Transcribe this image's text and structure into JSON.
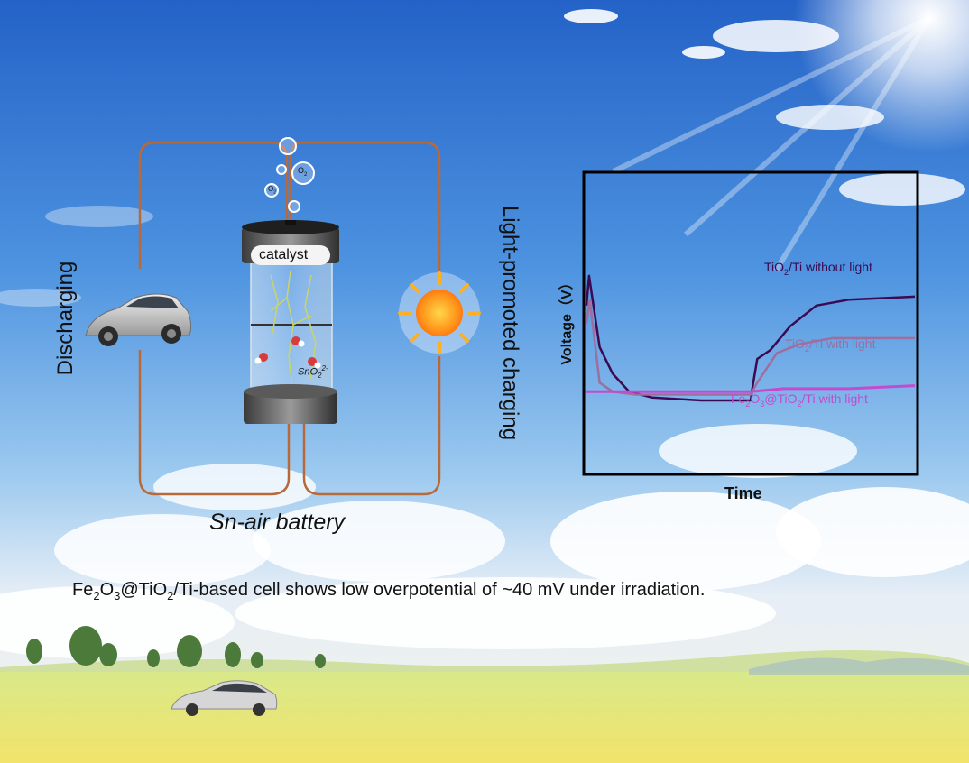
{
  "labels": {
    "discharging": "Discharging",
    "light_charging": "Light-promoted charging",
    "battery": "Sn-air battery",
    "catalyst": "catalyst",
    "o2": "O",
    "o2_sub": "2",
    "sno2": "SnO",
    "sno2_sub": "2",
    "sno2_sup": "2-"
  },
  "caption": {
    "p1": "Fe",
    "s1": "2",
    "p2": "O",
    "s2": "3",
    "p3": "@TiO",
    "s3": "2",
    "p4": "/Ti-based cell shows low overpotential of ~40 mV under irradiation."
  },
  "chart_data": {
    "type": "line",
    "xlabel": "Time",
    "ylabel": "Voltage（V）",
    "series": [
      {
        "name": "TiO2/Ti without light",
        "label_parts": [
          "TiO",
          "2",
          "/Ti without light"
        ],
        "color": "#3b0a52",
        "x": [
          0,
          0.008,
          0.04,
          0.08,
          0.13,
          0.2,
          0.35,
          0.5,
          0.505,
          0.52,
          0.56,
          0.62,
          0.7,
          0.8,
          1.0
        ],
        "y": [
          0.56,
          0.66,
          0.42,
          0.33,
          0.27,
          0.25,
          0.24,
          0.24,
          0.28,
          0.38,
          0.41,
          0.49,
          0.56,
          0.58,
          0.59
        ]
      },
      {
        "name": "TiO2/Ti with light",
        "label_parts": [
          "TiO",
          "2",
          "/Ti with light"
        ],
        "color": "#9c6fa0",
        "x": [
          0,
          0.01,
          0.04,
          0.08,
          0.15,
          0.3,
          0.5,
          0.52,
          0.58,
          0.65,
          0.75,
          1.0
        ],
        "y": [
          0.5,
          0.58,
          0.3,
          0.27,
          0.26,
          0.26,
          0.26,
          0.3,
          0.4,
          0.43,
          0.45,
          0.45
        ]
      },
      {
        "name": "Fe2O3@TiO2/Ti with light",
        "label_parts": [
          "Fe",
          "2",
          "O",
          "3",
          "@TiO",
          "2",
          "/Ti with light"
        ],
        "color": "#c44bd0",
        "x": [
          0,
          0.1,
          0.3,
          0.5,
          0.6,
          0.8,
          1.0
        ],
        "y": [
          0.27,
          0.27,
          0.27,
          0.27,
          0.28,
          0.28,
          0.29
        ]
      }
    ],
    "xlim": [
      0,
      1
    ],
    "ylim": [
      0,
      1
    ],
    "grid": false
  },
  "colors": {
    "wire": "#b8693a",
    "sky_top": "#2a67c9",
    "sky_mid": "#6fb0ea",
    "grass": "#e8e27a",
    "sun": "#ff8a1e"
  }
}
